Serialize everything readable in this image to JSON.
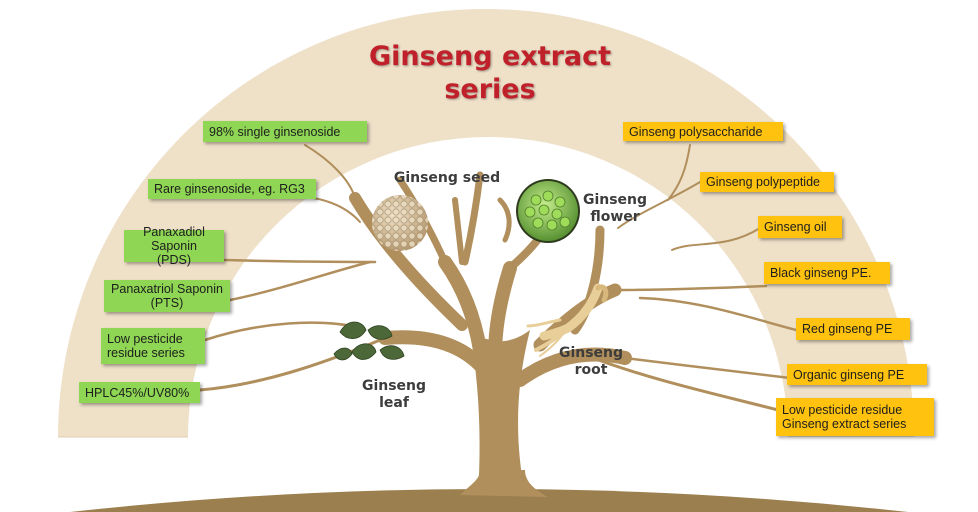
{
  "title_lines": [
    "Ginseng extract",
    "series"
  ],
  "left_tags": [
    {
      "text": "98% single ginsenoside"
    },
    {
      "text": "Rare ginsenoside, eg. RG3"
    },
    {
      "text": "Panaxadiol Saponin\n(PDS)"
    },
    {
      "text": "Panaxatriol Saponin\n(PTS)"
    },
    {
      "text": "Low pesticide\nresidue series"
    },
    {
      "text": "HPLC45%/UV80%"
    }
  ],
  "right_tags": [
    {
      "text": "Ginseng polysaccharide"
    },
    {
      "text": "Ginseng polypeptide"
    },
    {
      "text": "Ginseng oil"
    },
    {
      "text": "Black ginseng PE."
    },
    {
      "text": "Red ginseng PE"
    },
    {
      "text": "Organic ginseng PE"
    },
    {
      "text": "Low pesticide residue\nGinseng extract series"
    }
  ],
  "plant_parts": {
    "seed": "Ginseng seed",
    "flower": "Ginseng\nflower",
    "leaf": "Ginseng\nleaf",
    "root": "Ginseng\nroot"
  },
  "colors": {
    "arch": "#efe0c8",
    "tree": "#b08f5c",
    "left_tag": "#8ed653",
    "right_tag": "#ffc20e",
    "title": "#c0202a"
  }
}
